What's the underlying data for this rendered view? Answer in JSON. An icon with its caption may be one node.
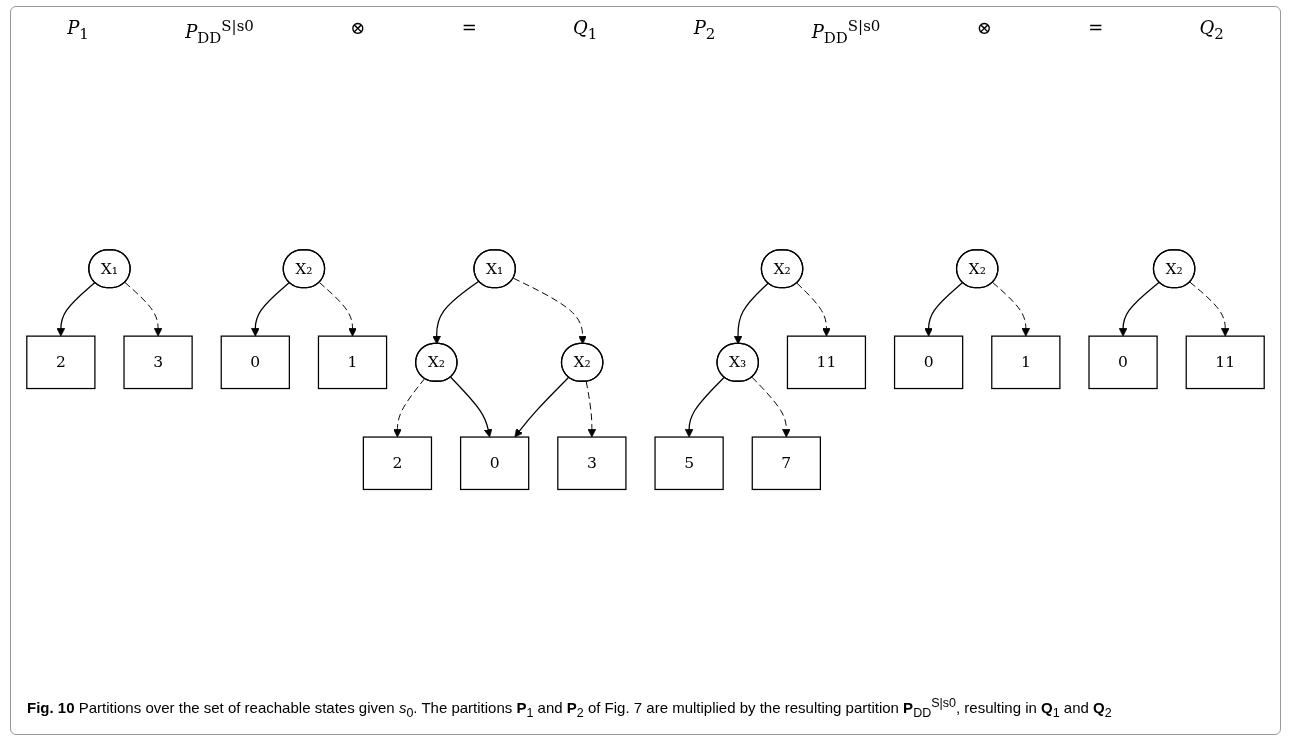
{
  "diagram": {
    "caption": "**Fig. 10** Partitions over the set of reachable states given *s*$_{0}$. The partitions **P**$_{1}$ and **P**$_{2}$ of Fig. 7 are multiplied by the resulting partition **P**$_{DD}$$^{S|s0}$, resulting in **Q**$_{1}$ and **Q**$_{2}$",
    "nodes": [
      {
        "text": [
          "X₁"
        ]
      },
      {
        "text": [
          "2"
        ]
      },
      {
        "text": [
          "3"
        ]
      },
      {
        "text": [
          "X₂"
        ]
      },
      {
        "text": [
          "0"
        ]
      },
      {
        "text": [
          "1"
        ]
      },
      {
        "text": [
          "X₁"
        ]
      },
      {
        "text": [
          "X₂"
        ]
      },
      {
        "text": [
          "X₂"
        ]
      },
      {
        "text": [
          "2"
        ]
      },
      {
        "text": [
          "0"
        ]
      },
      {
        "text": [
          "3"
        ]
      },
      {
        "text": [
          "X₂"
        ]
      },
      {
        "text": [
          "X₃"
        ]
      },
      {
        "text": [
          "5"
        ]
      },
      {
        "text": [
          "7"
        ]
      },
      {
        "text": [
          "11"
        ]
      },
      {
        "text": [
          "X₂"
        ]
      },
      {
        "text": [
          "0"
        ]
      },
      {
        "text": [
          "1"
        ]
      },
      {
        "text": [
          "X₂"
        ]
      },
      {
        "text": [
          "0"
        ]
      },
      {
        "text": [
          "11"
        ]
      }
    ],
    "edges": [
      {
        "from": 0,
        "to": 1,
        "arrow": "to"
      },
      {
        "from": 0,
        "to": 2,
        "arrow": "to",
        "style": "dashed"
      },
      {
        "from": 3,
        "to": 4,
        "arrow": "to"
      },
      {
        "from": 3,
        "to": 5,
        "arrow": "to",
        "style": "dashed"
      },
      {
        "from": 6,
        "to": 7,
        "arrow": "to"
      },
      {
        "from": 6,
        "to": 8,
        "arrow": "to",
        "style": "dashed"
      },
      {
        "from": 7,
        "to": 9,
        "arrow": "to",
        "style": "dashed"
      },
      {
        "from": 7,
        "to": 10,
        "arrow": "to"
      },
      {
        "from": 8,
        "to": 10,
        "arrow": "to"
      },
      {
        "from": 8,
        "to": 11,
        "arrow": "to",
        "style": "dashed"
      },
      {
        "from": 12,
        "to": 13,
        "arrow": "to"
      },
      {
        "from": 12,
        "to": 16,
        "arrow": "to",
        "style": "dashed"
      },
      {
        "from": 13,
        "to": 14,
        "arrow": "to"
      },
      {
        "from": 13,
        "to": 15,
        "arrow": "to",
        "style": "dashed"
      },
      {
        "from": 17,
        "to": 18,
        "arrow": "to"
      },
      {
        "from": 17,
        "to": 19,
        "arrow": "to",
        "style": "dashed"
      },
      {
        "from": 20,
        "to": 21,
        "arrow": "to"
      },
      {
        "from": 20,
        "to": 22,
        "arrow": "to",
        "style": "dashed"
      }
    ],
    "labels": [
      "*P*$_{1}$",
      "*P*$_{DD}$$^{S|s0}$",
      "⊗",
      "=",
      "*Q*$_{1}$",
      "*P*$_{2}$",
      "*P*$_{DD}$$^{S|s0}$",
      "⊗",
      "=",
      "*Q*$_{2}$"
    ]
  }
}
